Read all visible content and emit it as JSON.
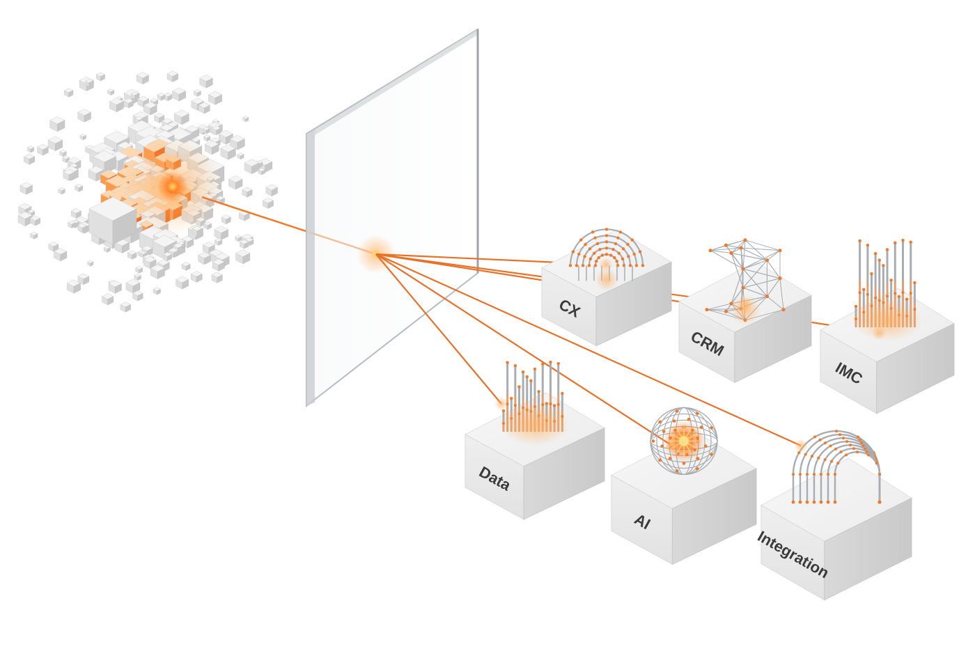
{
  "diagram": {
    "source": {
      "icon": "exploding-cube-cluster-icon"
    },
    "prism": {
      "icon": "glass-pane-icon"
    },
    "accent_color": "#f07a2a",
    "pedestals": [
      {
        "id": "cx",
        "label": "CX",
        "icon": "concentric-rings-icon"
      },
      {
        "id": "crm",
        "label": "CRM",
        "icon": "network-cube-icon"
      },
      {
        "id": "imc",
        "label": "IMC",
        "icon": "vertical-bars-icon"
      },
      {
        "id": "data",
        "label": "Data",
        "icon": "data-bars-icon"
      },
      {
        "id": "ai",
        "label": "AI",
        "icon": "sphere-network-icon"
      },
      {
        "id": "integration",
        "label": "Integration",
        "icon": "arch-icon"
      }
    ]
  }
}
